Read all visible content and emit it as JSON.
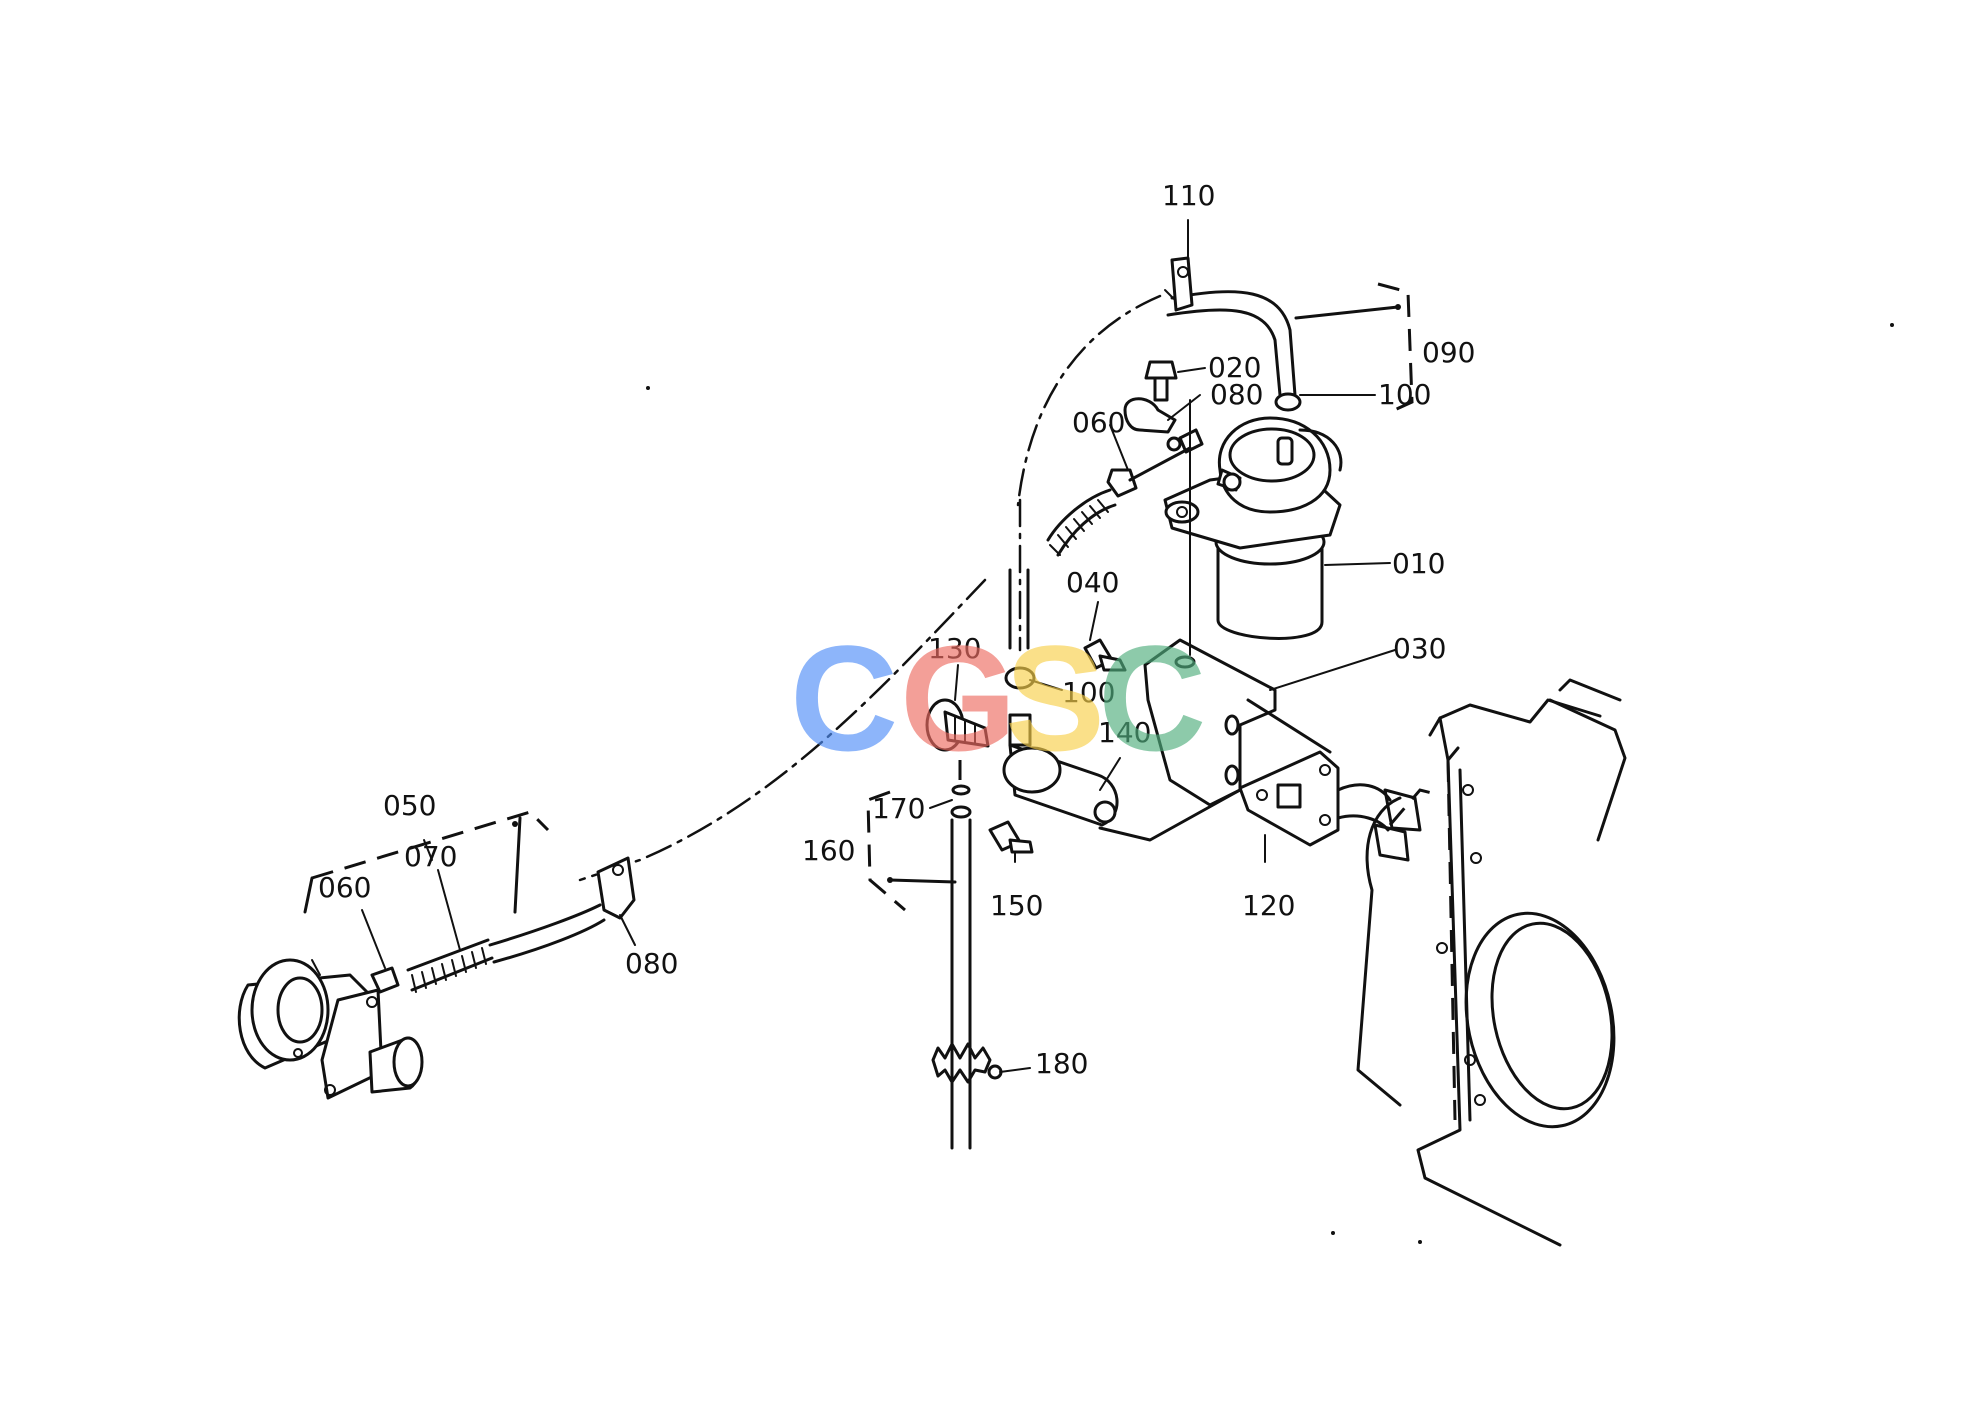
{
  "labels": [
    {
      "id": "110",
      "text": "110"
    },
    {
      "id": "020",
      "text": "020"
    },
    {
      "id": "090",
      "text": "090"
    },
    {
      "id": "080a",
      "text": "080"
    },
    {
      "id": "100a",
      "text": "100"
    },
    {
      "id": "060a",
      "text": "060"
    },
    {
      "id": "010",
      "text": "010"
    },
    {
      "id": "040",
      "text": "040"
    },
    {
      "id": "030",
      "text": "030"
    },
    {
      "id": "130",
      "text": "130"
    },
    {
      "id": "100b",
      "text": "100"
    },
    {
      "id": "140",
      "text": "140"
    },
    {
      "id": "170",
      "text": "170"
    },
    {
      "id": "160",
      "text": "160"
    },
    {
      "id": "150",
      "text": "150"
    },
    {
      "id": "120",
      "text": "120"
    },
    {
      "id": "050",
      "text": "050"
    },
    {
      "id": "070",
      "text": "070"
    },
    {
      "id": "060b",
      "text": "060"
    },
    {
      "id": "080b",
      "text": "080"
    },
    {
      "id": "180",
      "text": "180"
    }
  ],
  "watermark": {
    "letters": [
      "C",
      "G",
      "S",
      "C"
    ],
    "colors": [
      "#4f8ef7",
      "#ee6b62",
      "#f7cf4a",
      "#4fae7d"
    ]
  },
  "colors": {
    "line": "#111111",
    "background": "#ffffff"
  }
}
